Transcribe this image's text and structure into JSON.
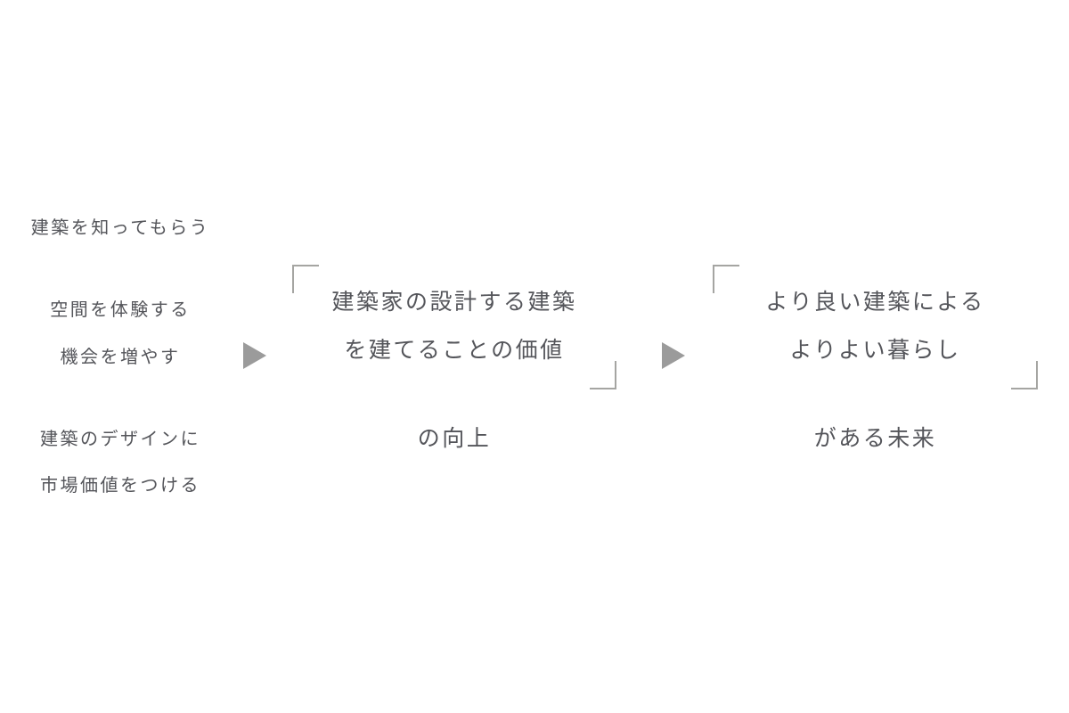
{
  "diagram": {
    "left_items": [
      {
        "lines": [
          "建築を知ってもらう"
        ]
      },
      {
        "lines": [
          "空間を体験する",
          "機会を増やす"
        ]
      },
      {
        "lines": [
          "建築のデザインに",
          "市場価値をつける"
        ]
      }
    ],
    "middle": {
      "lines": [
        "建築家の設計する建築",
        "を建てることの価値"
      ],
      "tail": "の向上"
    },
    "right": {
      "lines": [
        "より良い建築による",
        "よりよい暮らし"
      ],
      "tail": "がある未来"
    },
    "icons": {
      "arrow_1": "triangle-right-icon",
      "arrow_2": "triangle-right-icon",
      "bracket_open": "corner-bracket-top-left",
      "bracket_close": "corner-bracket-bottom-right"
    },
    "colors": {
      "background": "#ffffff",
      "text": "#54555a",
      "arrow": "#9b9b9b",
      "bracket": "#a5a5a2"
    }
  }
}
